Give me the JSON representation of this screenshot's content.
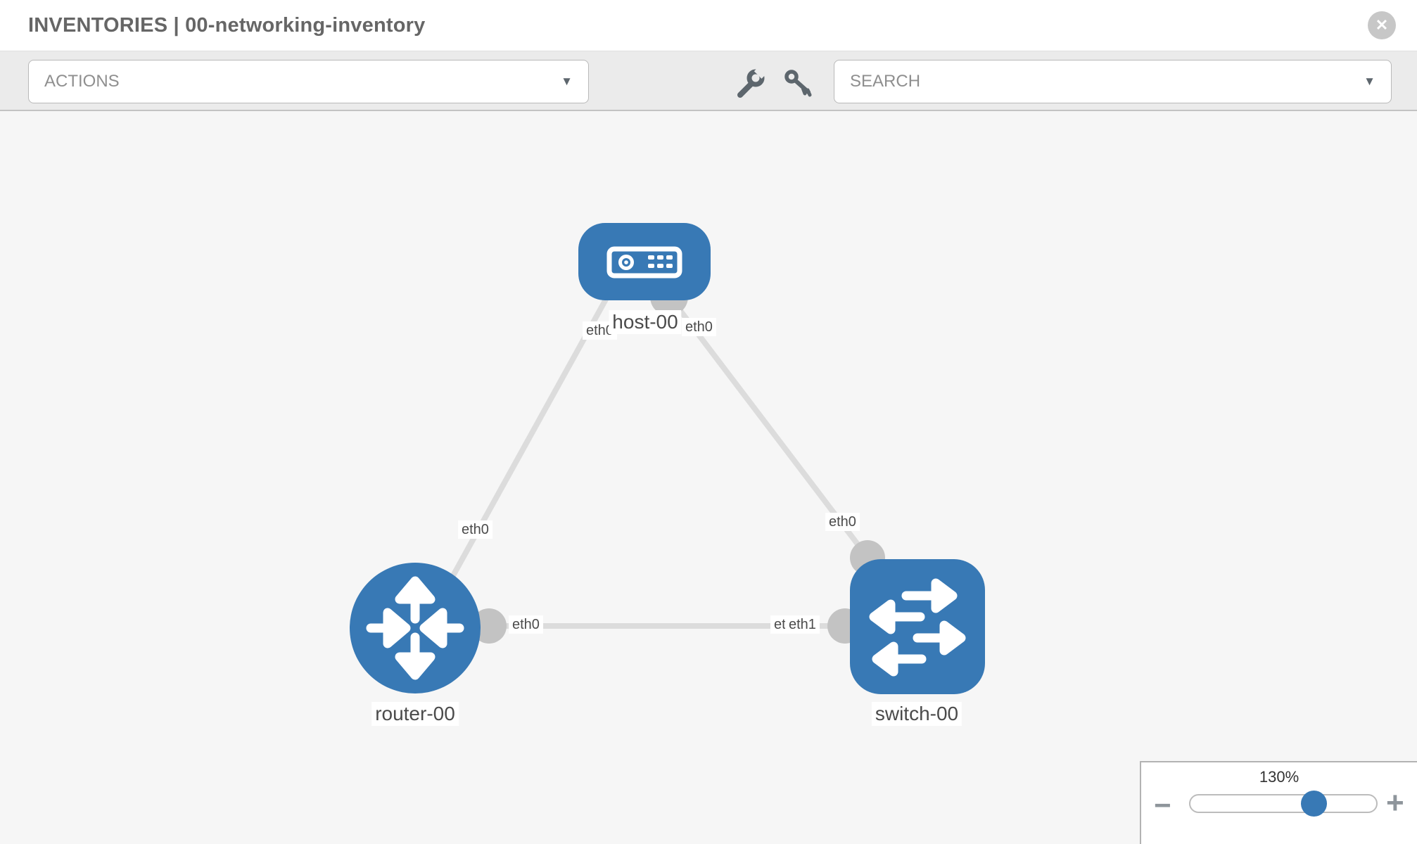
{
  "header": {
    "title": "INVENTORIES | 00-networking-inventory",
    "close_glyph": "✕"
  },
  "toolbar": {
    "actions_label": "ACTIONS",
    "search_label": "SEARCH",
    "caret_glyph": "▼",
    "icons": [
      "wrench-icon",
      "key-icon"
    ]
  },
  "diagram": {
    "nodes": [
      {
        "id": "host-00",
        "type": "host",
        "label": "host-00"
      },
      {
        "id": "router-00",
        "type": "router",
        "label": "router-00"
      },
      {
        "id": "switch-00",
        "type": "switch",
        "label": "switch-00"
      }
    ],
    "links": [
      {
        "from": "host-00",
        "from_port": "eth0",
        "to": "router-00",
        "to_port": "eth0"
      },
      {
        "from": "host-00",
        "from_port": "eth0",
        "to": "switch-00",
        "to_port": "eth0"
      },
      {
        "from": "router-00",
        "from_port": "eth0",
        "to": "switch-00",
        "to_port": "eth1"
      }
    ],
    "port_chips": [
      {
        "label": "eth0"
      },
      {
        "label": "eth0"
      },
      {
        "label": "eth0"
      },
      {
        "label": "eth0"
      },
      {
        "label": "eth0"
      },
      {
        "label": "eth0"
      },
      {
        "label": "eth1"
      }
    ]
  },
  "zoom_panel": {
    "level": "130%",
    "minus_glyph": "−",
    "plus_glyph": "+"
  },
  "colors": {
    "node_blue": "#3879b5",
    "link_gray": "#dcdcdc",
    "interface_dot": "#c3c3c3",
    "toolbar_bg": "#ebebeb",
    "canvas_bg": "#f6f6f6",
    "title_text": "#666666"
  }
}
